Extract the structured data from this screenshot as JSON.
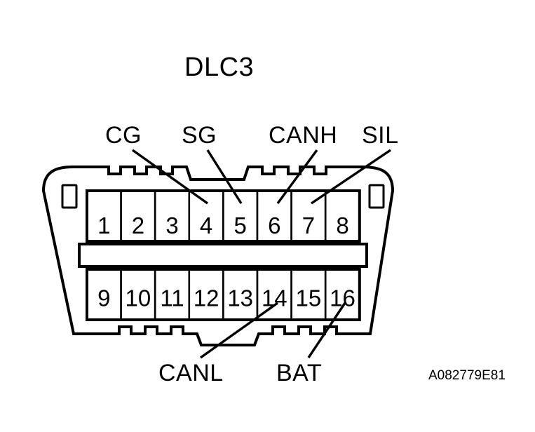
{
  "diagram": {
    "title": "DLC3",
    "reference_code": "A082779E81",
    "connector_name": "DLC3",
    "top_row_pins": [
      "1",
      "2",
      "3",
      "4",
      "5",
      "6",
      "7",
      "8"
    ],
    "bottom_row_pins": [
      "9",
      "10",
      "11",
      "12",
      "13",
      "14",
      "15",
      "16"
    ],
    "signal_labels": {
      "cg": "CG",
      "sg": "SG",
      "canh": "CANH",
      "sil": "SIL",
      "canl": "CANL",
      "bat": "BAT"
    },
    "pin_assignments": [
      {
        "label": "CG",
        "pin": "4"
      },
      {
        "label": "SG",
        "pin": "5"
      },
      {
        "label": "CANH",
        "pin": "6"
      },
      {
        "label": "SIL",
        "pin": "7"
      },
      {
        "label": "CANL",
        "pin": "14"
      },
      {
        "label": "BAT",
        "pin": "16"
      }
    ],
    "colors": {
      "line": "#000000",
      "background": "#ffffff"
    }
  }
}
